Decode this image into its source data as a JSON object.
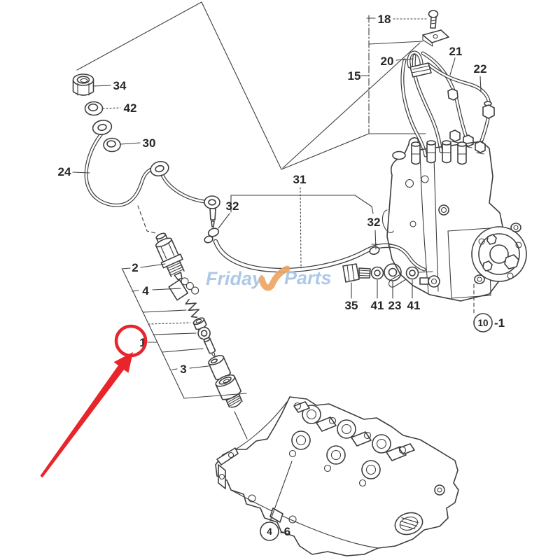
{
  "diagram_type": "engine-fuel-injection-exploded-parts-diagram",
  "callouts": {
    "cap_nut": "34",
    "upper_seal_washer": "42",
    "lower_seal_washer": "30",
    "injection_pipe_assy": "24",
    "hose_clamp_left": "32",
    "fuel_hose": "31",
    "hose_clamp_right": "32",
    "bolt": "18",
    "pipe_clamp": "20",
    "injection_pipe_no2": "21",
    "injection_pipe_no3": "22",
    "pipe_set": "15",
    "nozzle_holder": "2",
    "adjusting_shim": "4",
    "highlighted_part": "1",
    "nozzle_case": "3",
    "joint_bolt": "35",
    "washer_a": "41",
    "pipe_joint": "23",
    "washer_b": "41"
  },
  "references": {
    "pump_circle": "10",
    "pump_suffix": "-1",
    "head_circle": "4",
    "head_suffix": "-6"
  },
  "watermark": {
    "word1": "Friday",
    "word2": "Parts"
  },
  "highlight": {
    "part_number": "1",
    "shape": "red circle with red arrow pointer"
  },
  "colors": {
    "highlight": "#e8252a",
    "line": "#3e3e3e",
    "watermark_blue": "#a5c3e6",
    "watermark_orange": "#eda45f",
    "background": "#ffffff"
  }
}
